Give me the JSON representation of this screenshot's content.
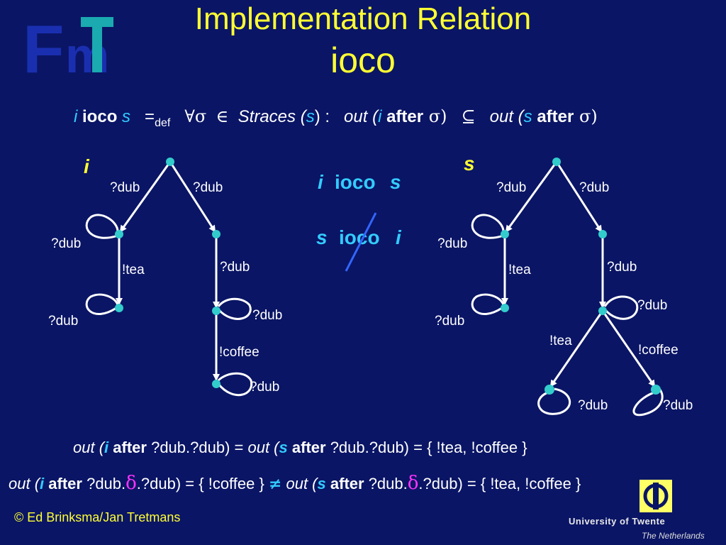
{
  "logo_text": "FMT",
  "title_line1": "Implementation Relation",
  "title_line2": "ioco",
  "formula": {
    "i": "i",
    "ioco": "ioco",
    "s": "s",
    "eq": "=",
    "def": "def",
    "forall": "∀σ",
    "in": "∈",
    "straces": "Straces (",
    "s2": "s",
    "close_colon": ") :",
    "out1": "out (",
    "i2": "i",
    "after1": "after",
    "sigma1": " σ)",
    "subseteq": "⊆",
    "out2": "out (",
    "s3": "s",
    "after2": "after",
    "sigma2": " σ)"
  },
  "center": {
    "line1": {
      "a": "i",
      "ioco": "ioco",
      "b": "s"
    },
    "line2": {
      "a": "s",
      "ioco": "ioco",
      "b": "i"
    }
  },
  "tree_i": {
    "name": "i",
    "labels": {
      "dub_l": "?dub",
      "dub_r": "?dub",
      "loop_l1": "?dub",
      "tea": "!tea",
      "loop_l2": "?dub",
      "dub_r2": "?dub",
      "loop_r1": "?dub",
      "coffee": "!coffee",
      "loop_r2": "?dub"
    }
  },
  "tree_s": {
    "name": "s",
    "labels": {
      "dub_l": "?dub",
      "dub_r": "?dub",
      "loop_l1": "?dub",
      "tea_l": "!tea",
      "loop_l2": "?dub",
      "dub_r2": "?dub",
      "loop_r1": "?dub",
      "tea": "!tea",
      "coffee": "!coffee",
      "loop_bl": "?dub",
      "loop_br": "?dub"
    }
  },
  "eq1": {
    "out1": "out (",
    "i": "i",
    "after1": "after",
    "rest1": " ?dub.?dub)  = ",
    "out2": "out (",
    "s": "s",
    "after2": "after",
    "rest2": " ?dub.?dub)  =  { !tea, !coffee }"
  },
  "eq2": {
    "out1": "out (",
    "i": "i",
    "after1": "after",
    "pre1": " ?dub.",
    "delta1": "δ",
    "post1": ".?dub) = { !coffee }  ",
    "neq": "≠",
    "out2": " out (",
    "s": "s",
    "after2": "after",
    "pre2": " ?dub.",
    "delta2": "δ",
    "post2": ".?dub) = { !tea, !coffee }"
  },
  "footer": {
    "copyright": "© Ed Brinksma/Jan Tretmans",
    "university": "University of Twente",
    "country": "The Netherlands"
  },
  "colors": {
    "background": "#0a1565",
    "title": "#ffff33",
    "accent": "#33ccff",
    "node": "#33cccc",
    "edge": "#ffffff",
    "delta": "#ff33ff",
    "strike": "#3366ff"
  }
}
